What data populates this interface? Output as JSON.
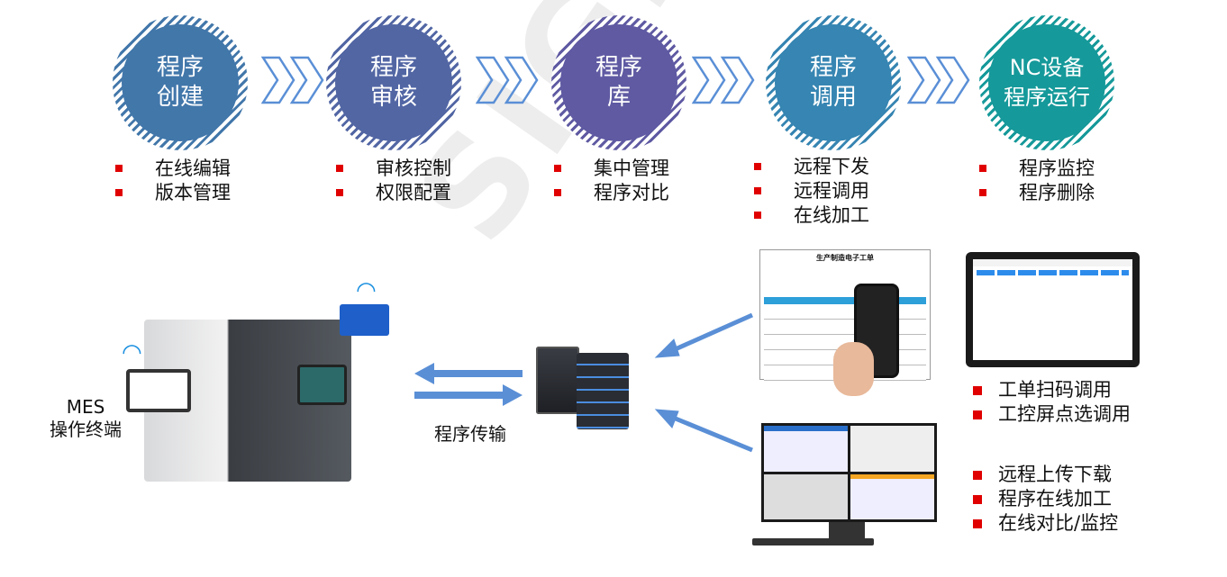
{
  "steps": [
    {
      "line1": "程序",
      "line2": "创建",
      "color": "#4277aa",
      "features": [
        "在线编辑",
        "版本管理"
      ]
    },
    {
      "line1": "程序",
      "line2": "审核",
      "color": "#5266a4",
      "features": [
        "审核控制",
        "权限配置"
      ]
    },
    {
      "line1": "程序",
      "line2": "库",
      "color": "#5f5aa2",
      "features": [
        "集中管理",
        "程序对比"
      ]
    },
    {
      "line1": "程序",
      "line2": "调用",
      "color": "#3685b2",
      "features": [
        "远程下发",
        "远程调用",
        "在线加工"
      ]
    },
    {
      "line1": "NC设备",
      "line2": "程序运行",
      "color": "#16999a",
      "features": [
        "程序监控",
        "程序删除"
      ]
    }
  ],
  "watermark": "SIGER",
  "bottom": {
    "terminal_label_1": "MES",
    "terminal_label_2": "操作终端",
    "transfer_label": "程序传输",
    "work_order_title": "生产制造电子工单",
    "scan_features": [
      "工单扫码调用",
      "工控屏点选调用"
    ],
    "remote_features": [
      "远程上传下载",
      "程序在线加工",
      "在线对比/监控"
    ]
  },
  "colors": {
    "arrow": "#5a8fd6",
    "bullet": "#e00000"
  }
}
